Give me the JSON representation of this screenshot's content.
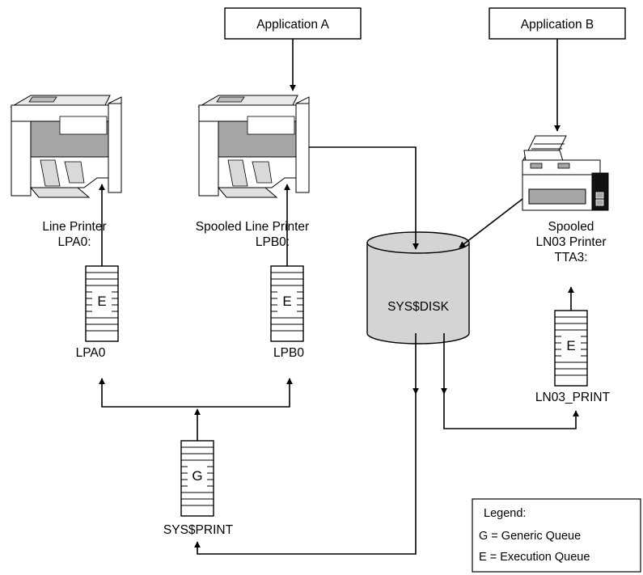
{
  "apps": {
    "a": "Application A",
    "b": "Application B"
  },
  "printers": {
    "line": {
      "name": "Line Printer",
      "device": "LPA0:"
    },
    "spooled_line": {
      "name": "Spooled Line Printer",
      "device": "LPB0:"
    },
    "ln03": {
      "line1": "Spooled",
      "line2": "LN03 Printer",
      "device": "TTA3:"
    }
  },
  "disk": {
    "label": "SYS$DISK"
  },
  "queues": {
    "lpa0": {
      "letter": "E",
      "label": "LPA0"
    },
    "lpb0": {
      "letter": "E",
      "label": "LPB0"
    },
    "sysprint": {
      "letter": "G",
      "label": "SYS$PRINT"
    },
    "ln03": {
      "letter": "E",
      "label": "LN03_PRINT"
    }
  },
  "legend": {
    "title": "Legend:",
    "generic": "G = Generic Queue",
    "execution": "E = Execution Queue"
  },
  "colors": {
    "printer_dark": "#a6a6a6",
    "printer_light": "#ffffff",
    "disk_fill": "#d4d4d4",
    "line": "#000000"
  }
}
